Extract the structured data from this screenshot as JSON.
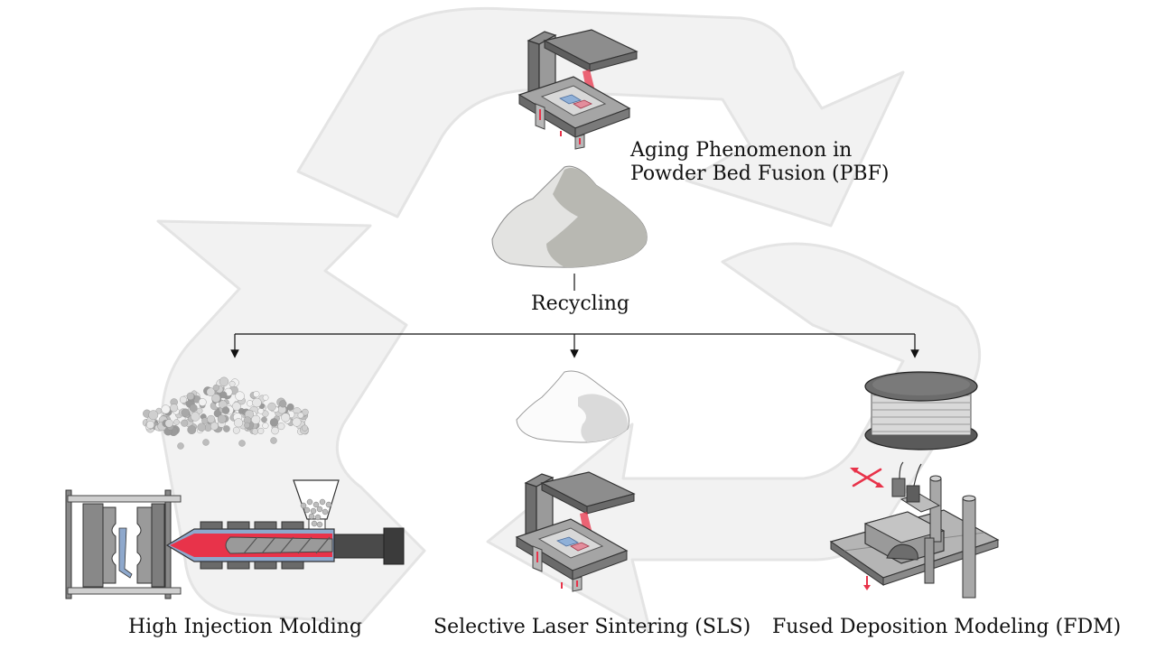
{
  "title": {
    "line1": "Aging Phenomenon in",
    "line2": "Powder Bed Fusion (PBF)"
  },
  "recycling_label": "Recycling",
  "branches": [
    {
      "label": "High Injection Molding"
    },
    {
      "label": "Selective Laser Sintering (SLS)"
    },
    {
      "label": "Fused Deposition Modeling (FDM)"
    }
  ],
  "colors": {
    "laser_red": "#e8334a",
    "machine_gray": "#7a7a7a",
    "background_symbol": "#f1f1f1",
    "barrel_blue": "#8ea8cc"
  }
}
